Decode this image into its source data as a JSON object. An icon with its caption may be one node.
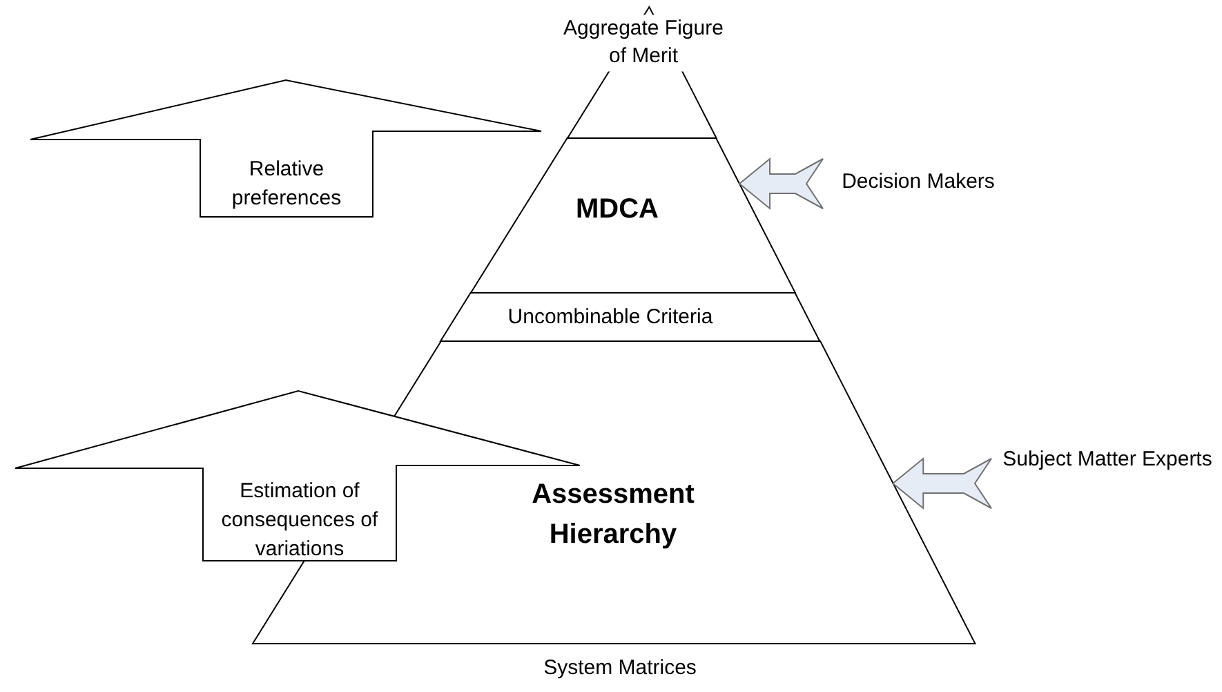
{
  "diagram": {
    "nodes": [
      {
        "text": [
          "Aggregate Figure of Merit"
        ]
      },
      {
        "text": [
          "MDCA"
        ]
      },
      {
        "text": [
          "Uncombinable Criteria"
        ]
      },
      {
        "text": [
          "Assessment Hierarchy"
        ]
      },
      {
        "text": [
          "Relative preferences"
        ]
      },
      {
        "text": [
          "Estimation of consequences of variations"
        ]
      },
      {
        "text": [
          "Decision Makers"
        ]
      },
      {
        "text": [
          "Subject Matter Experts"
        ]
      }
    ],
    "edges": [
      {
        "from": 6,
        "to": 1,
        "arrow": "to"
      },
      {
        "from": 7,
        "to": 3,
        "arrow": "to"
      }
    ],
    "labels": [
      "System Matrices"
    ]
  }
}
